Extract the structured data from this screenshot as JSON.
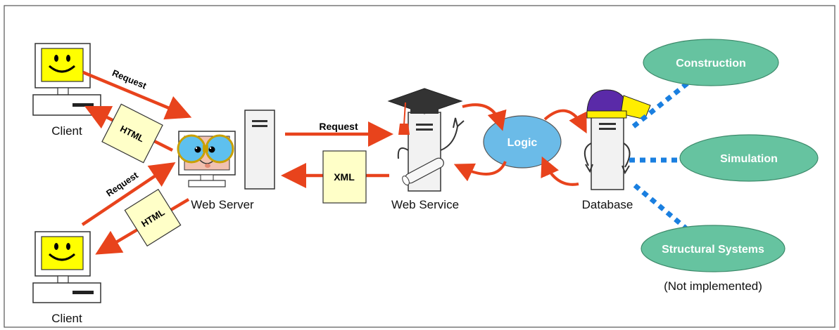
{
  "nodes": {
    "client_top": "Client",
    "client_bottom": "Client",
    "web_server": "Web Server",
    "web_service": "Web Service",
    "logic": "Logic",
    "database": "Database"
  },
  "arrows": {
    "request_top": "Request",
    "request_bottom": "Request",
    "request_service": "Request"
  },
  "documents": {
    "html_top": "HTML",
    "html_bottom": "HTML",
    "xml": "XML"
  },
  "modules": {
    "construction": "Construction",
    "simulation": "Simulation",
    "structural": "Structural Systems",
    "structural_note": "(Not implemented)"
  },
  "colors": {
    "arrow": "#e8431c",
    "module_fill": "#66c3a0",
    "logic_fill": "#6bbbe8",
    "dotted_link": "#1a7fe0",
    "screen": "#ffff00",
    "paper": "#ffffc8"
  }
}
